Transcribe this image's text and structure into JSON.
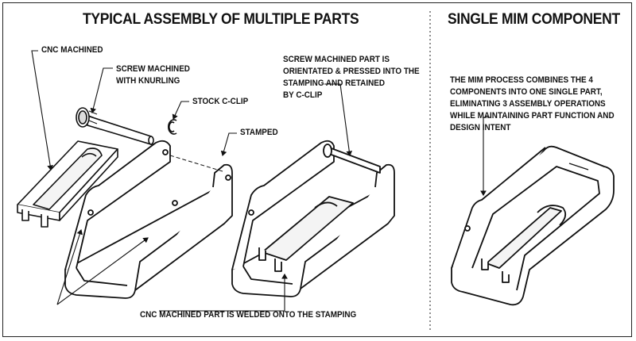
{
  "titles": {
    "left": "TYPICAL ASSEMBLY OF MULTIPLE PARTS",
    "right": "SINGLE MIM COMPONENT"
  },
  "labels": {
    "cnc_machined": "CNC MACHINED",
    "screw_machined": [
      "SCREW MACHINED",
      "WITH KNURLING"
    ],
    "stock_c_clip": "STOCK C-CLIP",
    "stamped": "STAMPED",
    "screw_pressed": [
      "SCREW MACHINED PART IS",
      "ORIENTATED & PRESSED INTO THE",
      "STAMPING AND RETAINED",
      "BY C-CLIP"
    ],
    "welded": "CNC MACHINED PART IS WELDED ONTO THE STAMPING",
    "mim_description": [
      "THE MIM PROCESS COMBINES THE 4",
      "COMPONENTS INTO ONE SINGLE PART,",
      "ELIMINATING 3 ASSEMBLY OPERATIONS",
      "WHILE MAINTAINING PART FUNCTION AND",
      "DESIGN INTENT"
    ]
  }
}
